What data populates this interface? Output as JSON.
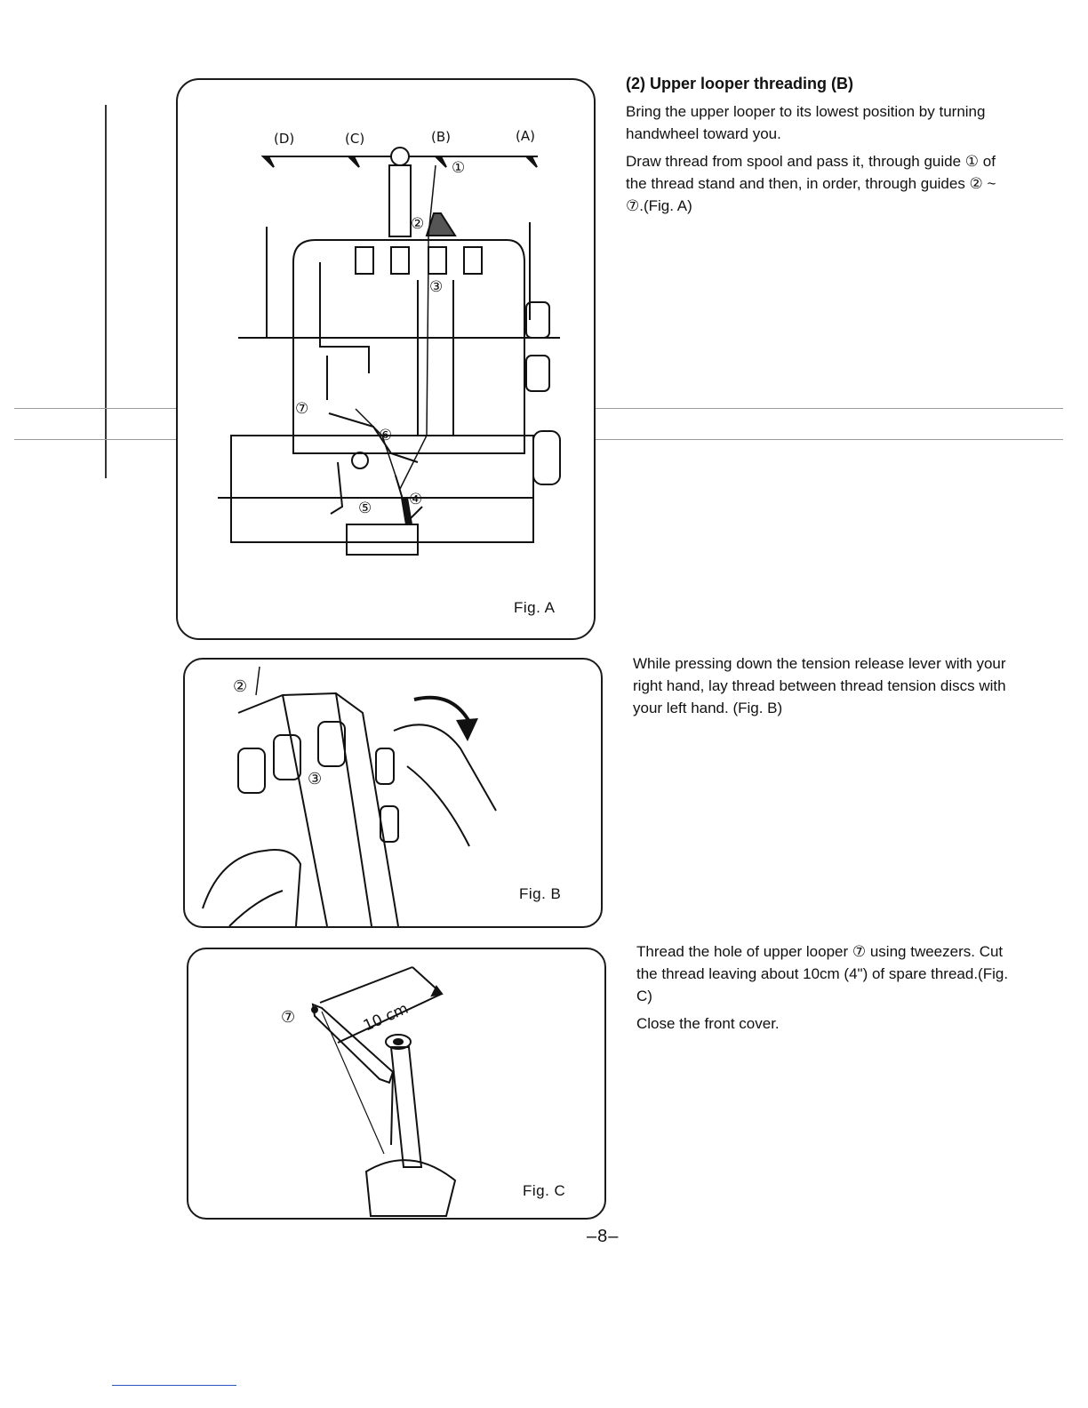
{
  "section": {
    "heading": "(2) Upper looper threading (B)",
    "para1": "Bring the upper looper to its lowest position by turning handwheel toward you.",
    "para2": "Draw thread from spool and pass it, through guide ① of the thread stand and then, in order, through guides ② ~ ⑦.(Fig. A)",
    "para3": "While pressing down the tension release lever with your right hand, lay thread between thread tension discs with your left hand. (Fig. B)",
    "para4": "Thread the hole of upper looper ⑦ using tweezers. Cut the thread leaving about 10cm (4\") of spare thread.(Fig. C)",
    "para5": "Close the front cover."
  },
  "figA": {
    "label": "Fig. A",
    "stand_labels": [
      "(D)",
      "(C)",
      "(B)",
      "(A)"
    ],
    "callouts": [
      "①",
      "②",
      "③",
      "④",
      "⑤",
      "⑥",
      "⑦"
    ]
  },
  "figB": {
    "label": "Fig. B",
    "callouts": [
      "②",
      "③"
    ]
  },
  "figC": {
    "label": "Fig. C",
    "callout": "⑦",
    "dimension": "10 cm"
  },
  "page_number": "–8–"
}
